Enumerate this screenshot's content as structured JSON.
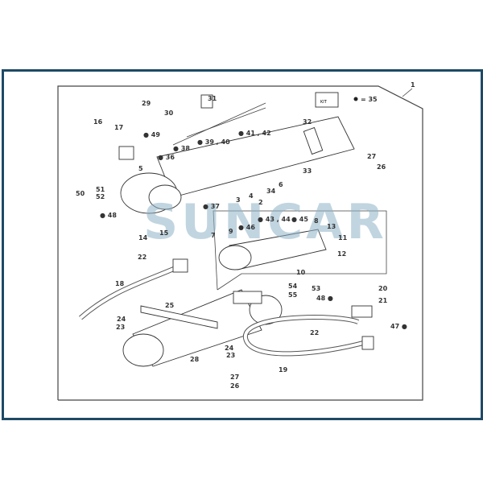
{
  "diagram": {
    "watermark": "SUNCAR",
    "legend_note": "= 35",
    "kit_box_label": "KIT",
    "labels": [
      "1",
      "29",
      "30",
      "31",
      "16",
      "17",
      "● 49",
      "32",
      "● 41 , 42",
      "● 39 , 40",
      "● 38",
      "● 36",
      "5",
      "27",
      "26",
      "33",
      "6",
      "50",
      "51",
      "52",
      "34",
      "4",
      "2",
      "3",
      "● 37",
      "● 48",
      "● 43 , 44",
      "● 45",
      "8",
      "● 46",
      "9",
      "13",
      "7",
      "11",
      "14",
      "15",
      "12",
      "10",
      "22",
      "18",
      "54",
      "53",
      "20",
      "55",
      "48 ●",
      "21",
      "25",
      "24",
      "23",
      "47 ●",
      "22",
      "24",
      "23",
      "28",
      "19",
      "27",
      "26"
    ]
  },
  "colors": {
    "border": "#1e4a66",
    "watermark": "#8fb3c8",
    "line": "#333333"
  }
}
